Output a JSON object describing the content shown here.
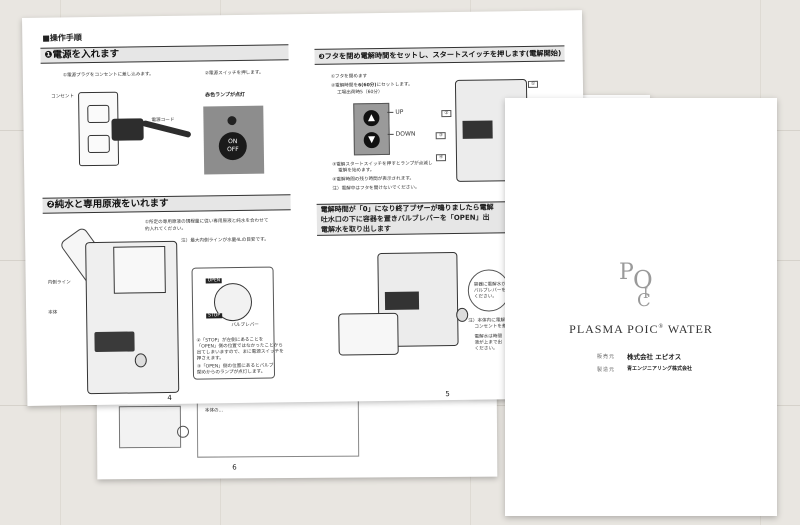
{
  "back_page": {
    "page_no": "6",
    "note": "本体の..."
  },
  "left_page": {
    "page_title": "■操作手順",
    "step1": {
      "heading": "❶電源を入れます",
      "inst1": "①電源プラグをコンセントに差し込みます。",
      "inst2": "②電源スイッチを押します。",
      "outlet_label": "コンセント",
      "cord_label": "電源コード",
      "lamp_label": "赤色ランプが点灯",
      "switch_on": "ON",
      "switch_off": "OFF"
    },
    "step2": {
      "heading": "❷純水と専用原液をいれます",
      "inst1": "①所定の専用原液の規程量に従い専用原液と純水を合わせて",
      "inst1b": "約入れてください。",
      "inst2": "注）最大内側ラインが水量4Lの目安です。",
      "inner_line": "内側ライン",
      "body_label": "本体",
      "valve_label": "バルブレバー",
      "open_label": "OPEN",
      "stop_label": "STOP",
      "note1": "②「STOP」が左側にあることを",
      "note1b": "「OPEN」側の位置ではなかったことから",
      "note1c": "出てしまいますので、まに電源スイッチを",
      "note1d": "押さえます。",
      "note2": "③「OPEN」側の位置にあるとバルブ",
      "note2b": "閉めからのランプが点灯します。"
    },
    "page_no": "4"
  },
  "right_page": {
    "step3": {
      "heading": "❸フタを閉め電解時間をセットし、スタートスイッチを押します(電解開始)",
      "inst1": "①フタを閉めます",
      "inst2": "②電解時間を",
      "inst2_bold": "6(60分)",
      "inst2b": "にセットします。",
      "inst2c": "工場出荷時5（60分）",
      "up": "UP",
      "down": "DOWN",
      "inst3": "③電解スタートスイッチを押すとランプが点滅し",
      "inst3b": "電解を始めます。",
      "inst4": "④電解時間の残り時間が表示されます。",
      "inst5": "注）電解中はフタを開けないでください。",
      "callouts": [
        "①",
        "②",
        "③",
        "④"
      ]
    },
    "step4": {
      "heading1": "電解時間が「0」になり終了ブザーが鳴りましたら電解",
      "heading2": "吐水口の下に容器を置きバルブレバーを「OPEN」出",
      "heading3": "電解水を取り出します",
      "note1": "容器に電解水が溜まり",
      "note2": "バルブレバーを「OP",
      "note3": "ください。",
      "side1": "注）本体内に電解",
      "side2": "コンセントを差",
      "side3": "電解水は時間",
      "side4": "液が上まで出",
      "side5": "ください。"
    },
    "page_no": "5"
  },
  "cover": {
    "logo_p": "P",
    "logo_o": "O",
    "logo_i": "I",
    "logo_c": "C",
    "title": "PLASMA POIC",
    "title_sup": "®",
    "title_end": " WATER",
    "row1_label": "販売元",
    "row1_value": "株式会社 エピオス",
    "row2_label": "製造元",
    "row2_value": "青エンジニアリング株式会社"
  }
}
